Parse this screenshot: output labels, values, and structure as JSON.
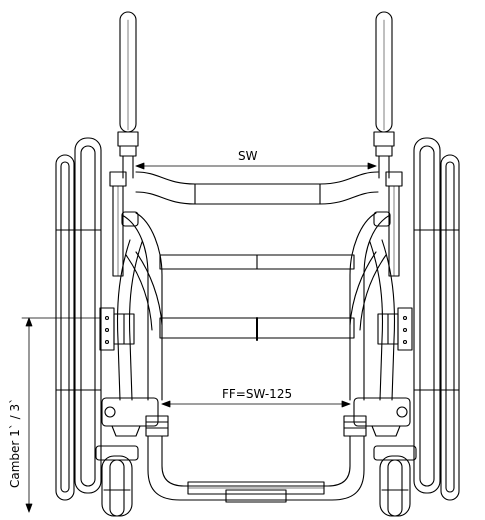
{
  "drawing": {
    "labels": {
      "seat_width": "SW",
      "front_frame_width": "FF=SW-125",
      "camber": "Camber 1` / 3`"
    },
    "colors": {
      "line": "#000000",
      "background": "#ffffff"
    }
  }
}
